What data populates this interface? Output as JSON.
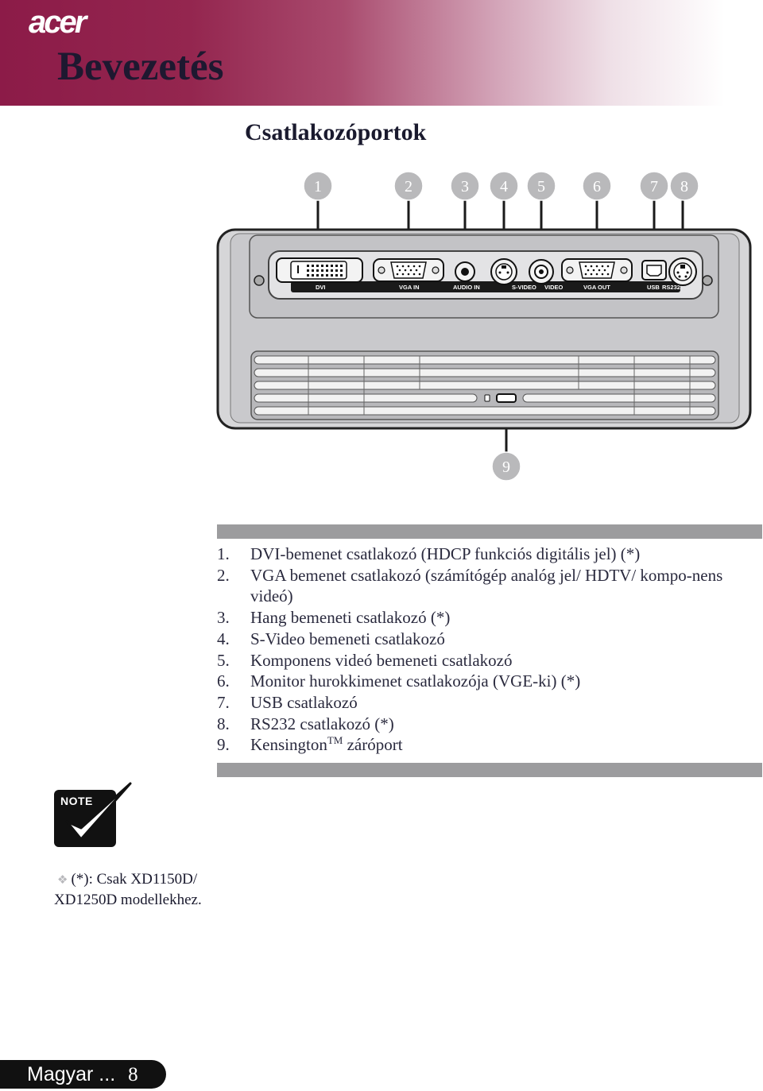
{
  "header": {
    "logo": "acer",
    "chapter_title": "Bevezetés",
    "colors": {
      "band_dark": "#8c1b48",
      "band_fade": "#ffffff"
    }
  },
  "section_title": "Csatlakozóportok",
  "diagram": {
    "callouts": [
      "1",
      "2",
      "3",
      "4",
      "5",
      "6",
      "7",
      "8",
      "9"
    ],
    "port_labels": [
      "DVI",
      "VGA IN",
      "AUDIO IN",
      "S-VIDEO",
      "VIDEO",
      "VGA OUT",
      "USB",
      "RS232"
    ]
  },
  "ports": [
    {
      "num": "1.",
      "text": "DVI-bemenet csatlakozó (HDCP funkciós digitális jel) (*)"
    },
    {
      "num": "2.",
      "text": "VGA bemenet csatlakozó (számítógép analóg jel/ HDTV/ kompo-nens videó)"
    },
    {
      "num": "3.",
      "text": "Hang bemeneti csatlakozó (*)"
    },
    {
      "num": "4.",
      "text": "S-Video bemeneti csatlakozó"
    },
    {
      "num": "5.",
      "text": "Komponens videó bemeneti csatlakozó"
    },
    {
      "num": "6.",
      "text": "Monitor hurokkimenet csatlakozója (VGE-ki) (*)"
    },
    {
      "num": "7.",
      "text": "USB csatlakozó"
    },
    {
      "num": "8.",
      "text": "RS232 csatlakozó (*)"
    },
    {
      "num": "9.",
      "text_before": "Kensington",
      "sup": "TM",
      "text_after": " záróport"
    }
  ],
  "note": {
    "badge_label": "NOTE",
    "footnote": "(*): Csak XD1150D/ XD1250D modellekhez."
  },
  "footer": {
    "language": "Magyar ...",
    "page": "8"
  }
}
